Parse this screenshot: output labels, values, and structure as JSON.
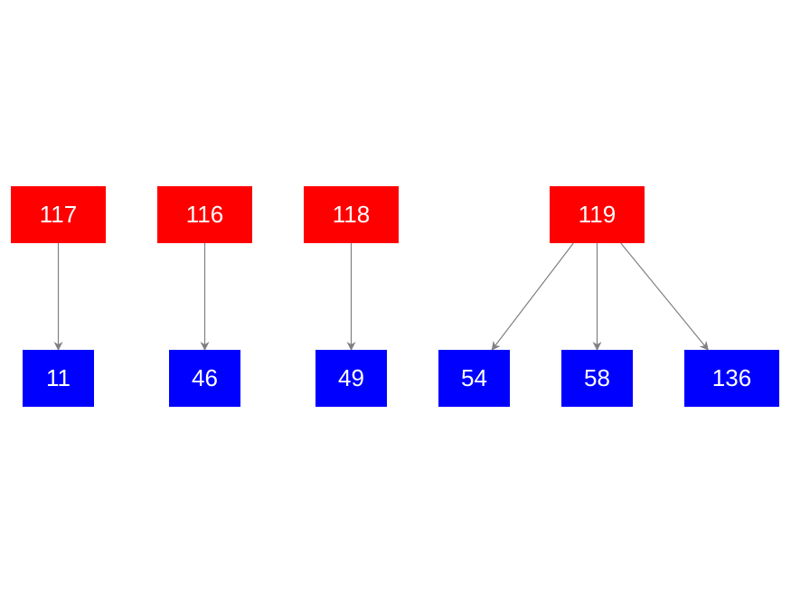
{
  "colors": {
    "parent_fill": "#ff0000",
    "child_fill": "#0000ff",
    "label_text": "#ffffff",
    "edge": "#808080",
    "background": "#ffffff"
  },
  "nodes": {
    "n117": {
      "label": "117",
      "role": "parent"
    },
    "n116": {
      "label": "116",
      "role": "parent"
    },
    "n118": {
      "label": "118",
      "role": "parent"
    },
    "n119": {
      "label": "119",
      "role": "parent"
    },
    "n11": {
      "label": "11",
      "role": "child"
    },
    "n46": {
      "label": "46",
      "role": "child"
    },
    "n49": {
      "label": "49",
      "role": "child"
    },
    "n54": {
      "label": "54",
      "role": "child"
    },
    "n58": {
      "label": "58",
      "role": "child"
    },
    "n136": {
      "label": "136",
      "role": "child"
    }
  },
  "edges": [
    {
      "from": "117",
      "to": "11"
    },
    {
      "from": "116",
      "to": "46"
    },
    {
      "from": "118",
      "to": "49"
    },
    {
      "from": "119",
      "to": "54"
    },
    {
      "from": "119",
      "to": "58"
    },
    {
      "from": "119",
      "to": "136"
    }
  ]
}
